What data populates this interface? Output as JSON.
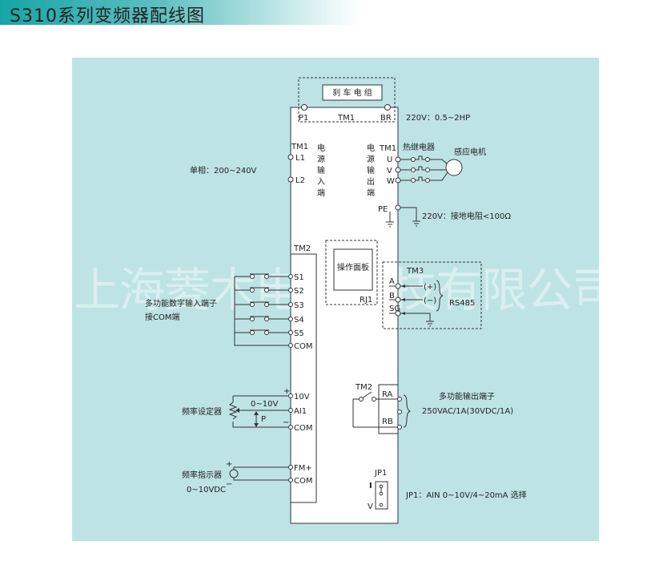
{
  "title": "S310系列变频器配线图",
  "watermark": "上海菱木电子科技有限公司",
  "colors": {
    "panel_bg": "#bde3e5",
    "title_accent": "#16a5a6"
  },
  "brake": {
    "label": "刹 车 电 组",
    "p1": "P1",
    "tm1": "TM1",
    "br": "BR",
    "spec": "220V：0.5~2HP"
  },
  "power_in": {
    "tm": "TM1",
    "l1": "L1",
    "l2": "L2",
    "label_chars": [
      "电",
      "源",
      "输",
      "入",
      "端"
    ],
    "supply": "单相：200~240V"
  },
  "power_out": {
    "label_chars": [
      "电",
      "源",
      "输",
      "出",
      "端"
    ],
    "tm": "TM1",
    "u": "U",
    "v": "V",
    "w": "W",
    "relay": "热继电器",
    "motor": "感应电机",
    "pe": "PE",
    "ground": "220V：接地电阻<100Ω"
  },
  "digital_in": {
    "tm": "TM2",
    "terminals": [
      "S1",
      "S2",
      "S3",
      "S4",
      "S5",
      "COM"
    ],
    "label1": "多功能数字输入端子",
    "label2": "接COM端"
  },
  "panel": {
    "label": "操作面板",
    "rj": "RJ1"
  },
  "rs485": {
    "tm": "TM3",
    "a": "A",
    "b": "B",
    "sg": "SG",
    "plus": "(+)",
    "minus": "(−)",
    "label": "RS485"
  },
  "analog_in": {
    "t10v": "10V",
    "ai1": "AI1",
    "com": "COM",
    "range": "0~10V",
    "p": "P",
    "plus": "+",
    "minus": "−",
    "device": "频率设定器"
  },
  "analog_out": {
    "fm": "FM+",
    "com": "COM",
    "device": "频率指示器",
    "range": "0~10VDC",
    "plus": "+",
    "minus": "−"
  },
  "relay_out": {
    "tm": "TM2",
    "ra": "RA",
    "rb": "RB",
    "label": "多功能输出端子",
    "spec": "250VAC/1A(30VDC/1A)"
  },
  "jumper": {
    "label": "JP1",
    "i": "I",
    "v": "V",
    "desc": "JP1：AIN  0~10V/4~20mA 选择"
  }
}
